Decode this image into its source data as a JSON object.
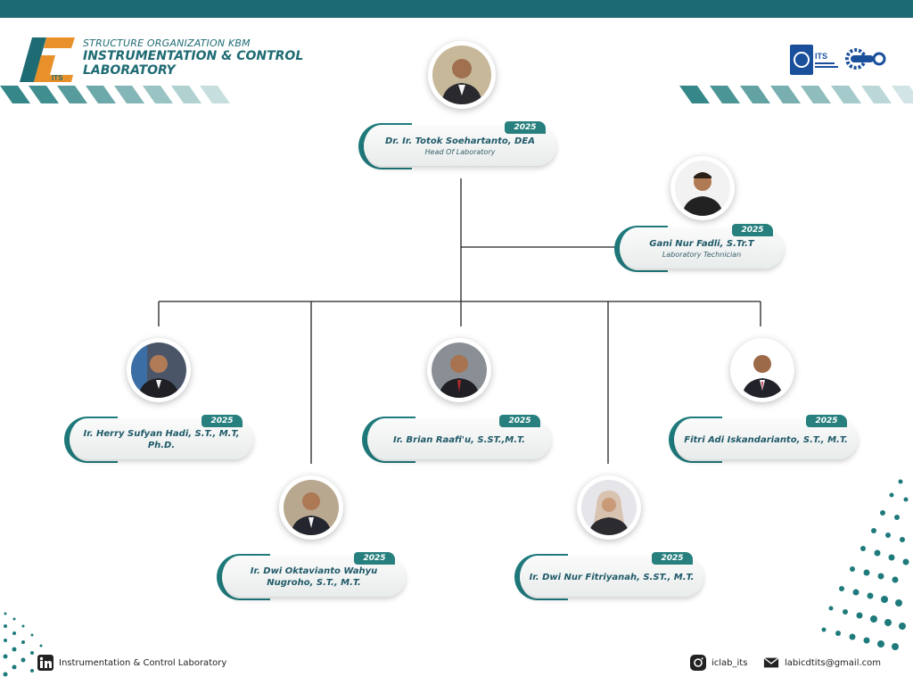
{
  "header": {
    "subtitle": "STRUCTURE ORGANIZATION KBM",
    "title_line1": "INSTRUMENTATION & CONTROL",
    "title_line2": "LABORATORY",
    "logo_text": "ITS"
  },
  "colors": {
    "primary": "#1c6a72",
    "accent": "#27807e",
    "card": "#eef0f0"
  },
  "people": [
    {
      "id": "head",
      "name": "Dr. Ir. Totok Soehartanto, DEA",
      "role": "Head Of Laboratory",
      "year": "2025"
    },
    {
      "id": "technician",
      "name": "Gani Nur Fadli, S.Tr.T",
      "role": "Laboratory Technician",
      "year": "2025"
    },
    {
      "id": "herry",
      "name": "Ir. Herry Sufyan Hadi, S.T., M.T, Ph.D.",
      "role": "",
      "year": "2025"
    },
    {
      "id": "brian",
      "name": "Ir. Brian Raafi'u, S.ST.,M.T.",
      "role": "",
      "year": "2025"
    },
    {
      "id": "fitri",
      "name": "Fitri Adi Iskandarianto, S.T., M.T.",
      "role": "",
      "year": "2025"
    },
    {
      "id": "dwi-oktavianto",
      "name": "Ir. Dwi Oktavianto Wahyu Nugroho, S.T., M.T.",
      "role": "",
      "year": "2025"
    },
    {
      "id": "dwi-nur",
      "name": "Ir. Dwi Nur Fitriyanah, S.ST., M.T.",
      "role": "",
      "year": "2025"
    }
  ],
  "top_logos": {
    "its_text": "ITS"
  },
  "footer": {
    "linkedin": "Instrumentation & Control Laboratory",
    "instagram": "iclab_its",
    "email": "labicdtits@gmail.com"
  }
}
